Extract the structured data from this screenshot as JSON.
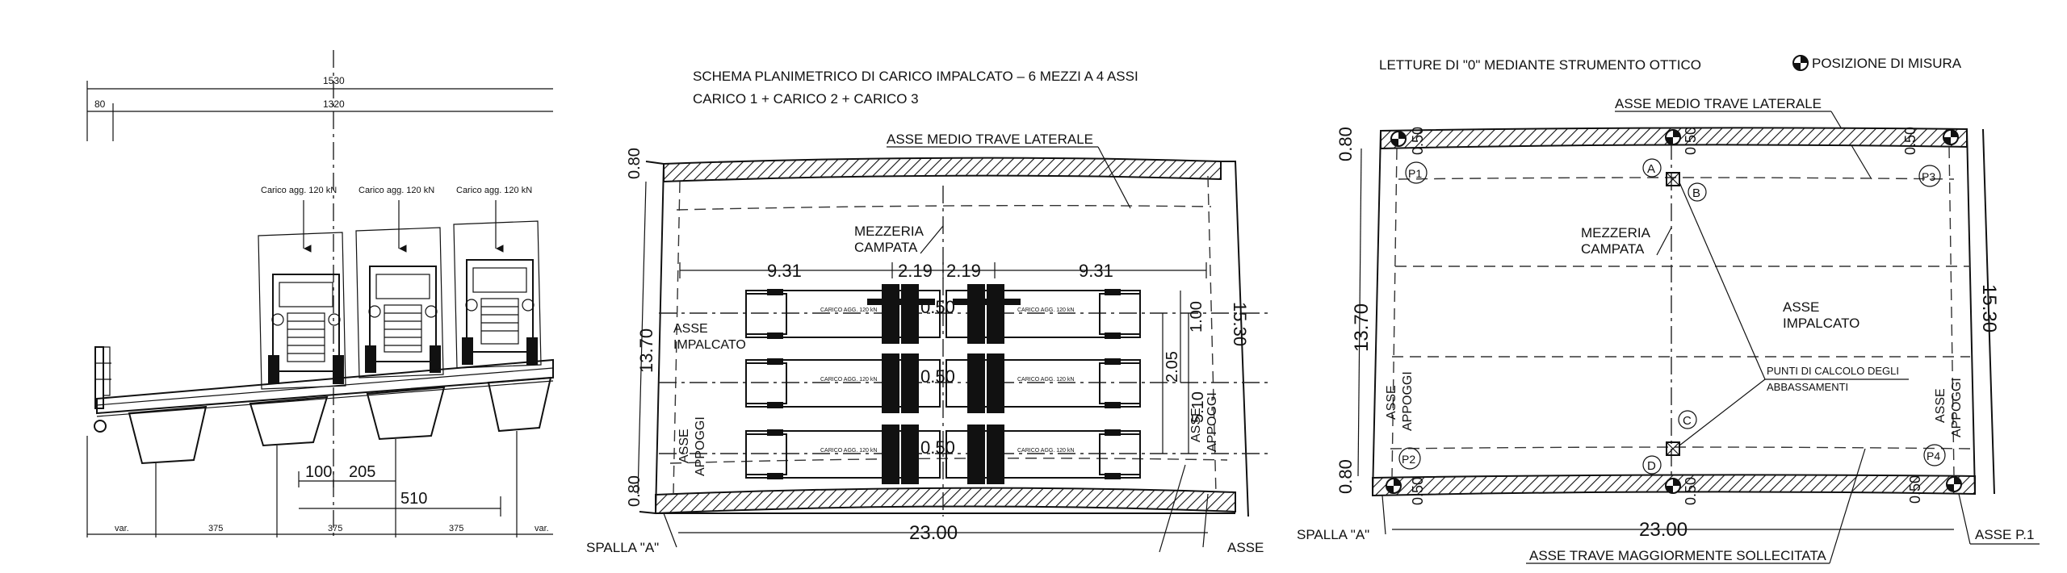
{
  "panel1": {
    "dims": {
      "overall_top": "1530",
      "inner_top": "1320",
      "left_offset": "80",
      "d100": "100",
      "d205": "205",
      "d510": "510",
      "bot_var_left": "var.",
      "bot_375_a": "375",
      "bot_375_b": "375",
      "bot_375_c": "375",
      "bot_var_right": "var."
    },
    "load_labels": [
      "Carico agg. 120 kN",
      "Carico agg. 120 kN",
      "Carico agg. 120 kN"
    ]
  },
  "panel2": {
    "title_line1": "SCHEMA PLANIMETRICO DI CARICO IMPALCATO – 6 MEZZI A 4 ASSI",
    "title_line2": "CARICO 1 + CARICO 2 + CARICO 3",
    "asse_medio": "ASSE MEDIO TRAVE LATERALE",
    "mezzeria_1": "MEZZERIA",
    "mezzeria_2": "CAMPATA",
    "asse_impalcato_1": "ASSE",
    "asse_impalcato_2": "IMPALCATO",
    "asse_appoggi_left_1": "ASSE",
    "asse_appoggi_left_2": "APPOGGI",
    "asse_appoggi_right_1": "ASSE",
    "asse_appoggi_right_2": "APPOGGI",
    "spalla": "SPALLA \"A\"",
    "asse_right": "ASSE",
    "dims": {
      "d080_top": "0.80",
      "d080_bot": "0.80",
      "d1370": "13.70",
      "d1530": "15.30",
      "d931_l": "9.31",
      "d219_l": "2.19",
      "d219_r": "2.19",
      "d931_r": "9.31",
      "d050_a": "0.50",
      "d050_b": "0.50",
      "d050_c": "0.50",
      "d100": "1.00",
      "d205": "2.05",
      "d510": "5.10",
      "d2300": "23.00"
    },
    "truck_label": "CARICO AGG. 120 kN"
  },
  "panel3": {
    "title": "LETTURE DI \"0\" MEDIANTE STRUMENTO OTTICO",
    "legend_label": "POSIZIONE DI MISURA",
    "asse_medio": "ASSE MEDIO TRAVE LATERALE",
    "mezzeria_1": "MEZZERIA",
    "mezzeria_2": "CAMPATA",
    "asse_impalcato_1": "ASSE",
    "asse_impalcato_2": "IMPALCATO",
    "punti_1": "PUNTI DI CALCOLO DEGLI",
    "punti_2": "ABBASSAMENTI",
    "asse_appoggi_left_1": "ASSE",
    "asse_appoggi_left_2": "APPOGGI",
    "asse_appoggi_right_1": "ASSE",
    "asse_appoggi_right_2": "APPOGGI",
    "spalla": "SPALLA \"A\"",
    "asse_p1": "ASSE P.1",
    "asse_trave": "ASSE TRAVE MAGGIORMENTE SOLLECITATA",
    "points": {
      "A": "A",
      "B": "B",
      "C": "C",
      "D": "D",
      "P1": "P1",
      "P2": "P2",
      "P3": "P3",
      "P4": "P4"
    },
    "dims": {
      "d080_top": "0.80",
      "d080_bot": "0.80",
      "d050_tl": "0.50",
      "d050_tm": "0.50",
      "d050_tr": "0.50",
      "d050_bl": "0.50",
      "d050_bm": "0.50",
      "d050_br": "0.50",
      "d1370": "13.70",
      "d1530": "15.30",
      "d2300": "23.00"
    }
  }
}
